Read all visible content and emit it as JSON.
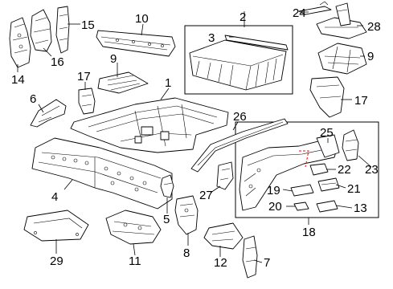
{
  "diagram": {
    "callouts": [
      "1",
      "2",
      "3",
      "4",
      "5",
      "6",
      "7",
      "8",
      "9",
      "9",
      "10",
      "11",
      "12",
      "13",
      "14",
      "15",
      "16",
      "17",
      "17",
      "18",
      "19",
      "20",
      "21",
      "22",
      "23",
      "24",
      "25",
      "26",
      "27",
      "28",
      "29"
    ],
    "accent_color": "#ff0000"
  }
}
